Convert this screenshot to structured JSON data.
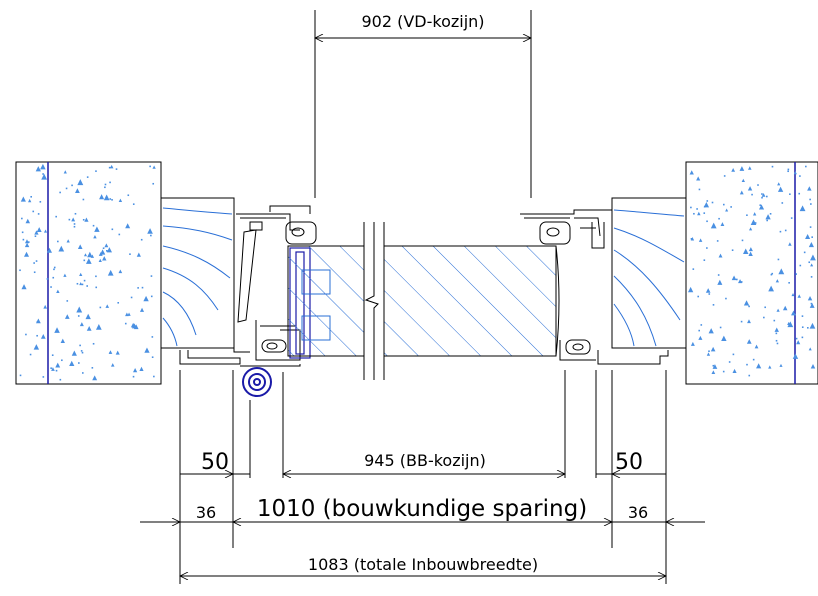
{
  "dimensions": {
    "vd_kozijn": "902 (VD-kozijn)",
    "bb_kozijn": "945 (BB-kozijn)",
    "left_50": "50",
    "right_50": "50",
    "left_36": "36",
    "right_36": "36",
    "sparing": "1010 (bouwkundige sparing)",
    "total": "1083 (totale Inbouwbreedte)"
  },
  "colors": {
    "line": "#000000",
    "hatch": "#2a6fd6",
    "dark_blue": "#1a1aa8",
    "wall_dots": "#4a90e2"
  }
}
